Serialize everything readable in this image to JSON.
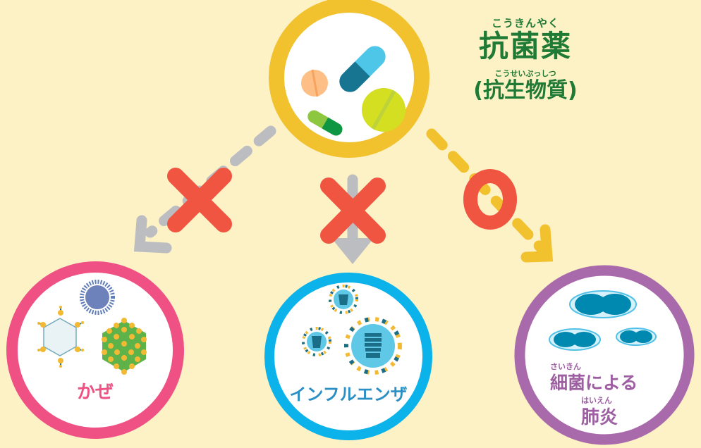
{
  "title": {
    "ruby_main": "こうきんやく",
    "main": "抗菌薬",
    "ruby_sub": "こうせいぶっしつ",
    "sub": "(抗生物質)"
  },
  "center": {
    "label": "antibiotics",
    "ring_color": "#f2c12e",
    "icons": [
      "round-tablet-orange",
      "capsule-blue",
      "capsule-green",
      "round-tablet-lime"
    ]
  },
  "arrows": [
    {
      "target": "cold",
      "color": "#bcbdc1",
      "verdict": "×",
      "verdict_color": "#f05542"
    },
    {
      "target": "influenza",
      "color": "#bcbdc1",
      "verdict": "×",
      "verdict_color": "#f05542"
    },
    {
      "target": "pneumonia",
      "color": "#f2c12e",
      "verdict": "○",
      "verdict_color": "#f05542"
    }
  ],
  "targets": [
    {
      "id": "cold",
      "label": "かぜ",
      "ring_color": "#ef5184",
      "text_color": "#ef5184"
    },
    {
      "id": "influenza",
      "label": "インフルエンザ",
      "ring_color": "#0bb3ea",
      "text_color": "#2a8fc4"
    },
    {
      "id": "pneumonia",
      "ruby1": "さいきん",
      "label1": "細菌による",
      "ruby2": "はいえん",
      "label2": "肺炎",
      "ring_color": "#a96aab",
      "text_color": "#9d5fa2"
    }
  ],
  "colors": {
    "background": "#fdf1c6",
    "title_green": "#1e7a34"
  }
}
